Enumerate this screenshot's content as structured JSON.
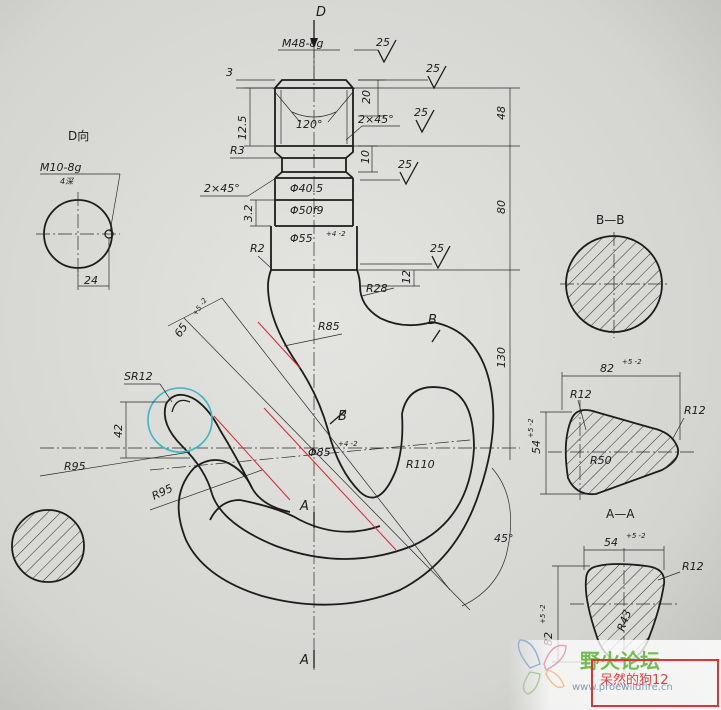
{
  "drawing": {
    "view_letters": {
      "top": "D",
      "section_a_top": "A",
      "section_a_bottom": "A",
      "section_b": "B"
    },
    "view_d": {
      "title": "D向",
      "thread": "M10-8g",
      "under_thread": "4深",
      "width_dim": "24"
    },
    "shank": {
      "thread": "M48-8g",
      "chamfer_top": "3",
      "dim_20": "20",
      "dim_12_5": "12.5",
      "angle": "120°",
      "chamfer1": "2×45°",
      "r3": "R3",
      "dim_10": "10",
      "chamfer2": "2×45°",
      "dia_405": "Φ40.5",
      "dim_3_2": "3.2",
      "dia_50": "Φ50f9",
      "dia_55": "Φ55",
      "dia_55_tol": "+4 -2",
      "r2": "R2",
      "dim_48": "48",
      "dim_80": "80",
      "dim_12": "12",
      "dim_130": "130"
    },
    "roughness": [
      "25",
      "25",
      "25",
      "25",
      "25"
    ],
    "hook": {
      "r28": "R28",
      "r85": "R85",
      "dim_65": "65",
      "dim_65_tol": "+5 -2",
      "sr12": "SR12",
      "dim_42": "42",
      "r95_left": "R95",
      "r95_mid": "R95",
      "phi85": "Φ85",
      "phi85_tol": "+4 -2",
      "r110": "R110",
      "angle_45": "45°"
    },
    "section_bb": {
      "title": "B—B",
      "width": "82",
      "width_tol": "+5 -2",
      "r12_left": "R12",
      "r12_right": "R12",
      "height": "54",
      "height_tol": "+5 -2",
      "r50": "R50"
    },
    "section_aa": {
      "title": "A—A",
      "width": "54",
      "width_tol": "+5 -2",
      "r12": "R12",
      "r43": "R43",
      "height": "82",
      "height_tol": "+5 -2"
    },
    "watermark": {
      "site": "野火论坛",
      "url": "www.proewildfire.cn",
      "user": "呆然的狗12"
    }
  }
}
